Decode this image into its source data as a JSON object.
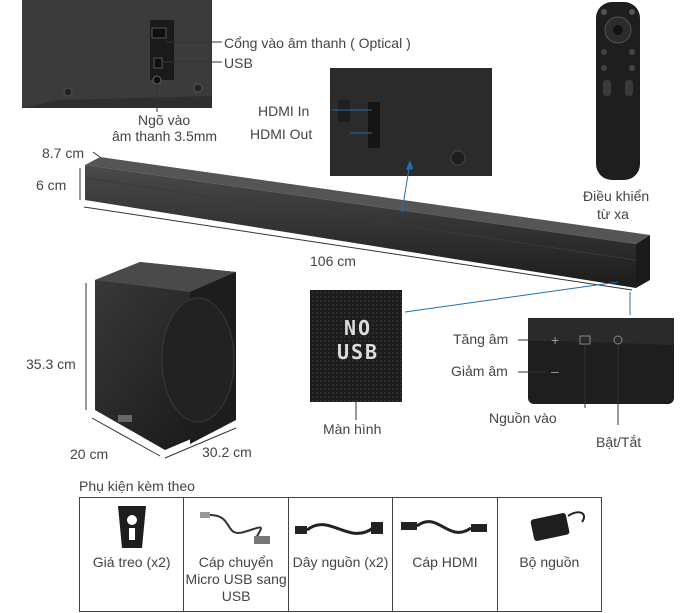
{
  "labels": {
    "optical": "Cổng vào âm thanh ( Optical )",
    "usb": "USB",
    "aux_line1": "Ngõ vào",
    "aux_line2": "âm thanh 3.5mm",
    "hdmi_in": "HDMI  In",
    "hdmi_out": "HDMI Out",
    "depth": "8.7 cm",
    "height": "6 cm",
    "width": "106 cm",
    "remote_line1": "Điều khiển",
    "remote_line2": "từ xa",
    "sub_height": "35.3 cm",
    "sub_depth": "20 cm",
    "sub_width": "30.2 cm",
    "display": "Màn hình",
    "vol_up": "Tăng âm",
    "vol_down": "Giảm âm",
    "source": "Nguồn vào",
    "power": "Bật/Tắt"
  },
  "display_text": "NO USB",
  "accessories": {
    "title": "Phụ kiện kèm theo",
    "items": [
      {
        "label": "Giá treo (x2)"
      },
      {
        "label": "Cáp chuyển Micro USB sang USB"
      },
      {
        "label": "Dây nguồn (x2)"
      },
      {
        "label": "Cáp HDMI"
      },
      {
        "label": "Bộ nguồn"
      }
    ]
  },
  "colors": {
    "accent": "#1f6fb5",
    "device": "#2a2a2a"
  }
}
